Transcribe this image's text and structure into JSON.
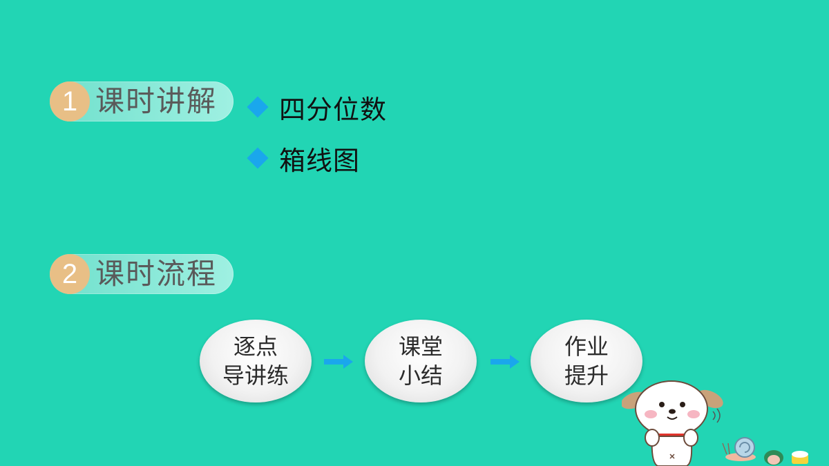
{
  "sections": [
    {
      "number": "1",
      "label": "课时讲解"
    },
    {
      "number": "2",
      "label": "课时流程"
    }
  ],
  "topics": [
    "四分位数",
    "箱线图"
  ],
  "flow_steps": [
    {
      "line1": "逐点",
      "line2": "导讲练"
    },
    {
      "line1": "课堂",
      "line2": "小结"
    },
    {
      "line1": "作业",
      "line2": "提升"
    }
  ],
  "colors": {
    "background": "#22d5b4",
    "accent_blue": "#1aa7ec",
    "tag_number": "#e8bf86"
  },
  "icons": {
    "bullet": "diamond-icon",
    "flow_arrow": "arrow-right-icon",
    "decoration": "puppy-illustration"
  }
}
